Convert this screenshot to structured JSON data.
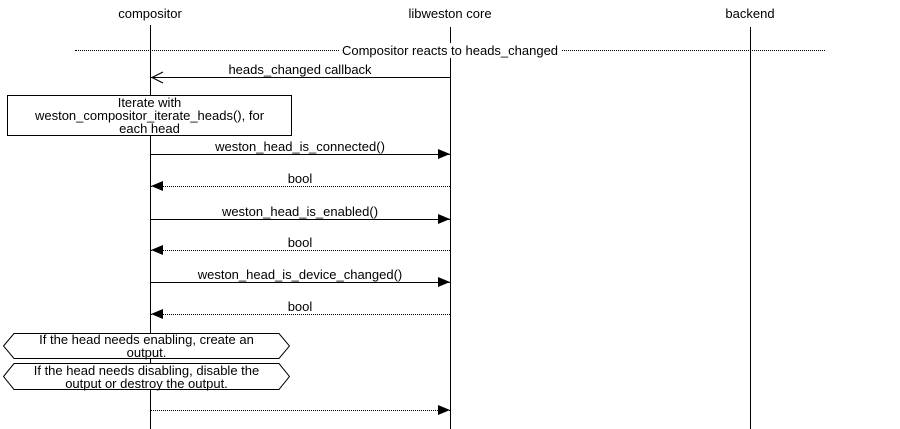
{
  "diagram": {
    "title": "Compositor reacts to heads_changed",
    "colors": {
      "line": "#000000",
      "background": "#ffffff"
    },
    "participants": [
      {
        "name": "compositor"
      },
      {
        "name": "libweston core"
      },
      {
        "name": "backend"
      }
    ],
    "divider": {
      "label": "Compositor reacts to heads_changed"
    },
    "messages": [
      {
        "label": "heads_changed callback",
        "from": "libweston core",
        "to": "compositor",
        "line": "solid",
        "arrowhead": "open"
      },
      {
        "label": "weston_head_is_connected()",
        "from": "compositor",
        "to": "libweston core",
        "line": "solid",
        "arrowhead": "filled"
      },
      {
        "label": "bool",
        "from": "libweston core",
        "to": "compositor",
        "line": "dotted",
        "arrowhead": "filled"
      },
      {
        "label": "weston_head_is_enabled()",
        "from": "compositor",
        "to": "libweston core",
        "line": "solid",
        "arrowhead": "filled"
      },
      {
        "label": "bool",
        "from": "libweston core",
        "to": "compositor",
        "line": "dotted",
        "arrowhead": "filled"
      },
      {
        "label": "weston_head_is_device_changed()",
        "from": "compositor",
        "to": "libweston core",
        "line": "solid",
        "arrowhead": "filled"
      },
      {
        "label": "bool",
        "from": "libweston core",
        "to": "compositor",
        "line": "dotted",
        "arrowhead": "filled"
      },
      {
        "label": "",
        "from": "compositor",
        "to": "libweston core",
        "line": "dotted",
        "arrowhead": "filled"
      }
    ],
    "notes": [
      {
        "type": "box",
        "lines": [
          "Iterate with",
          "weston_compositor_iterate_heads(), for",
          "each head"
        ]
      },
      {
        "type": "condition",
        "lines": [
          "If the head needs enabling, create an",
          "output."
        ]
      },
      {
        "type": "condition",
        "lines": [
          "If the head needs disabling, disable the",
          "output or destroy the output."
        ]
      }
    ]
  }
}
